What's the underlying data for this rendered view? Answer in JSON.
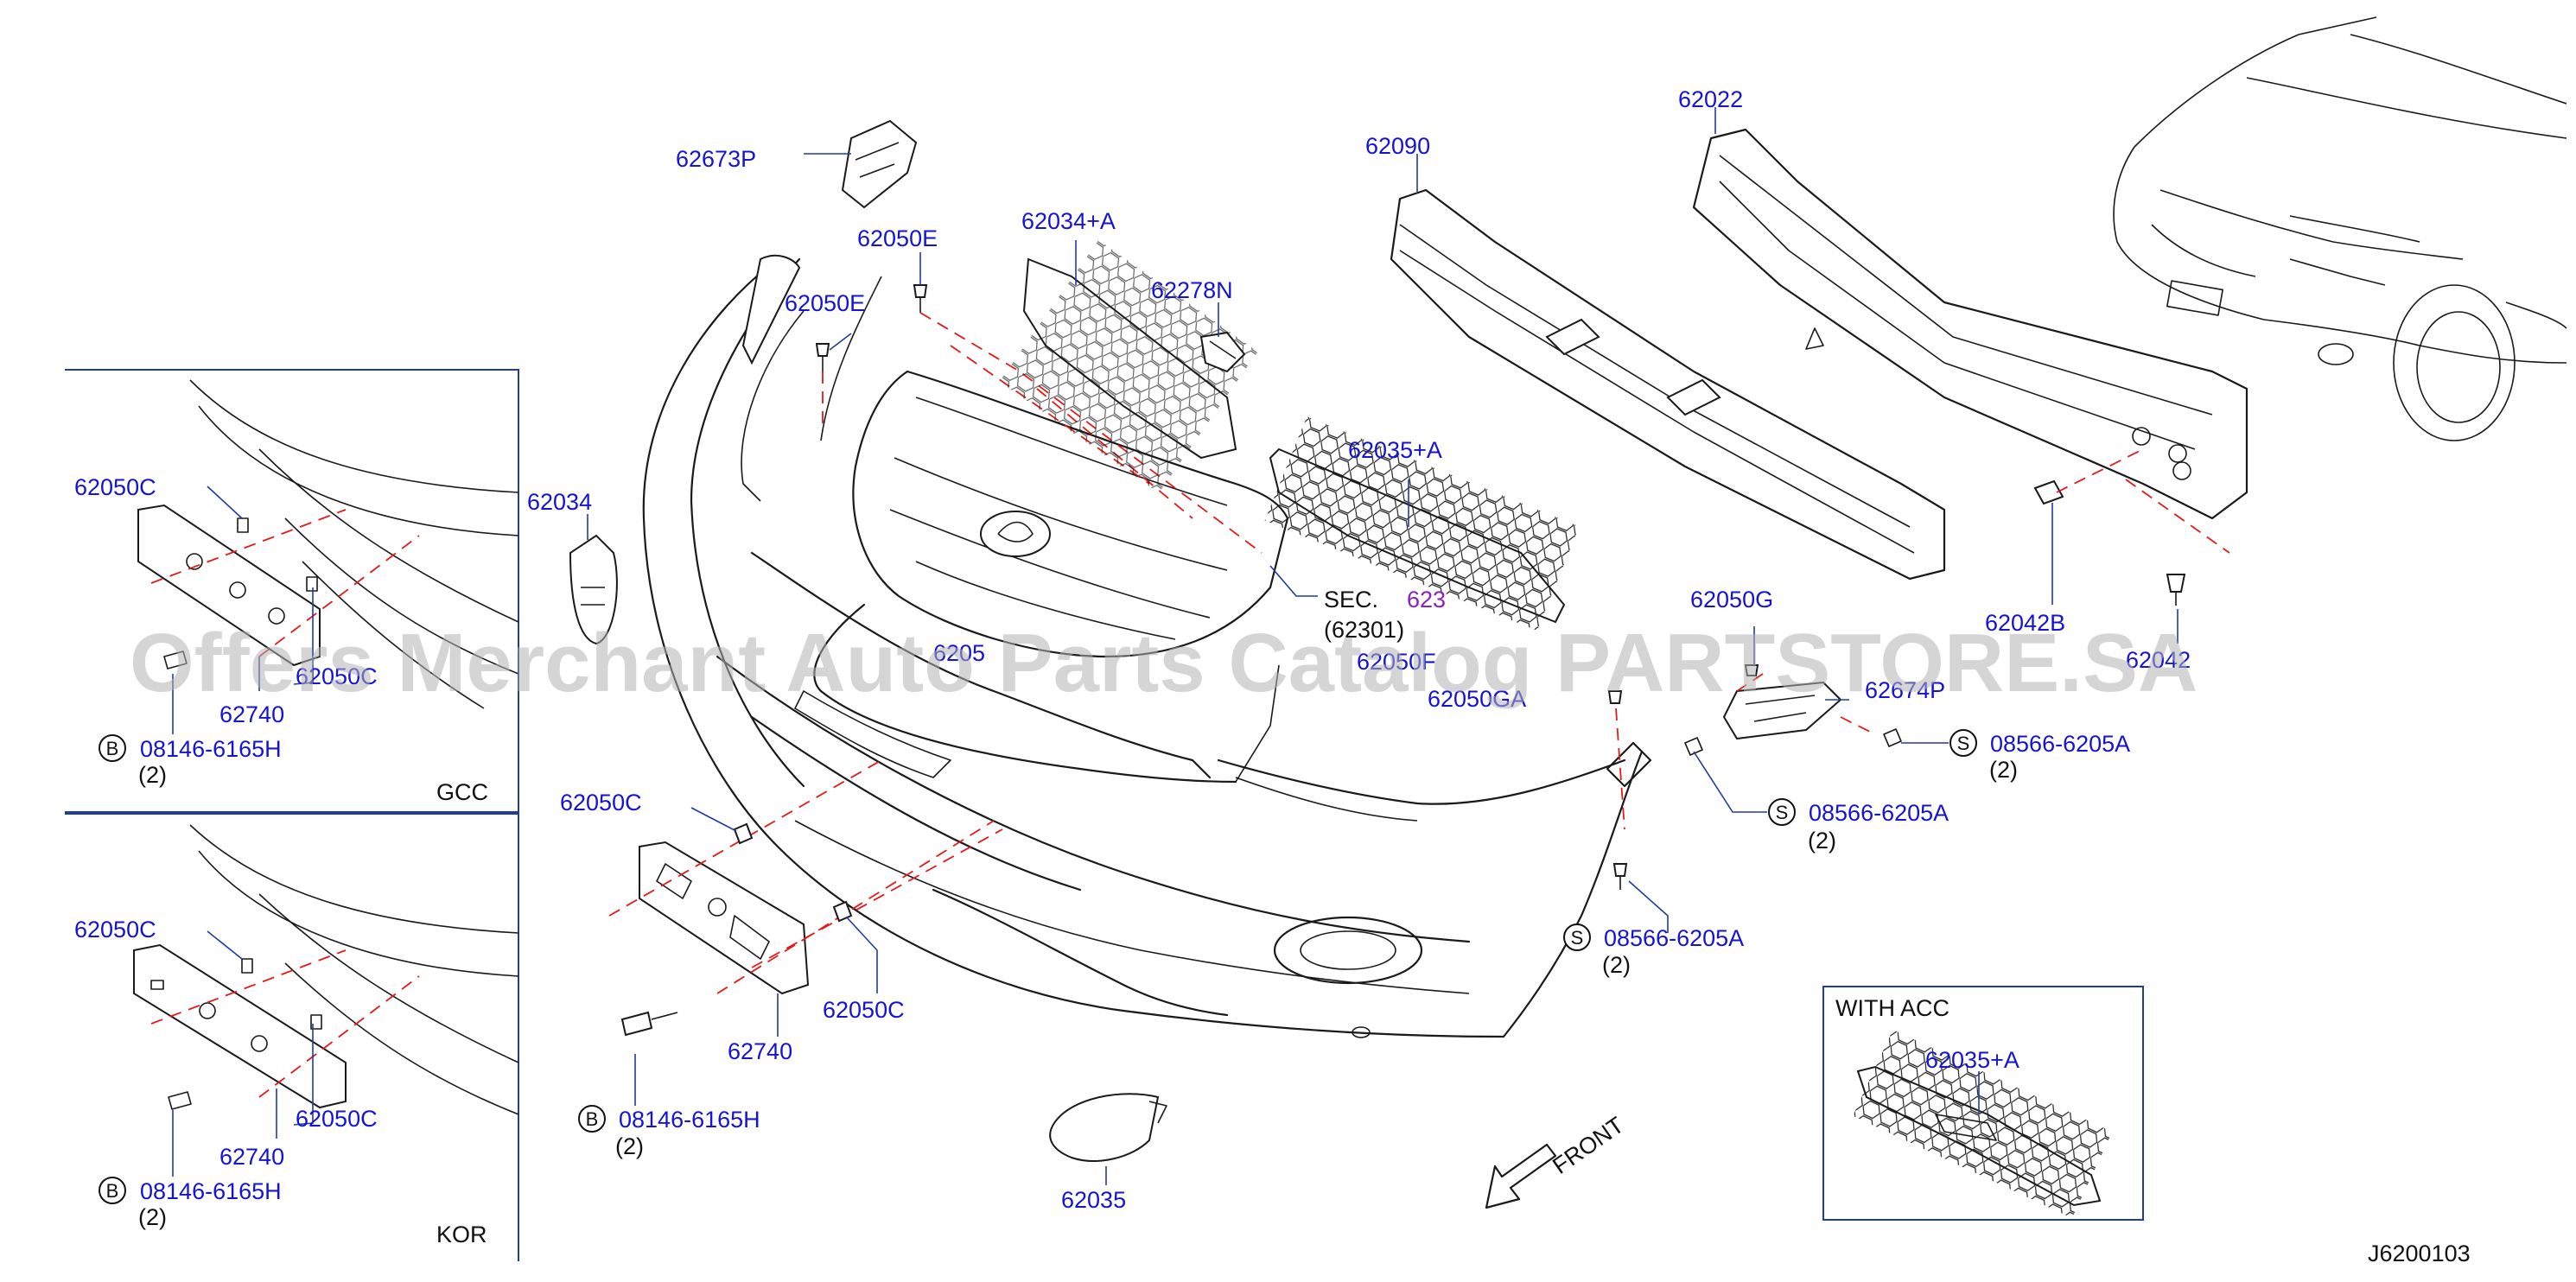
{
  "diagram_code": "J6200103",
  "watermark": "Offers Merchant Auto Parts Catalog PARTSTORE.SA",
  "direction_label": "FRONT",
  "variants": {
    "gcc": "GCC",
    "kor": "KOR",
    "acc_title": "WITH  ACC"
  },
  "section_ref": {
    "line1": "SEC.",
    "line2": "(62301)",
    "number": "623"
  },
  "labels": {
    "p62673P": "62673P",
    "p62050E_a": "62050E",
    "p62050E_b": "62050E",
    "p62034A": "62034+A",
    "p62278N": "62278N",
    "p62090": "62090",
    "p62022": "62022",
    "p62034": "62034",
    "p62035A": "62035+A",
    "p62050G": "62050G",
    "p62050F": "62050F",
    "p62050GA": "62050GA",
    "p6205": "6205",
    "p62674P": "62674P",
    "p62042B": "62042B",
    "p62042": "62042",
    "p62050C_main_top": "62050C",
    "p62050C_main_bot": "62050C",
    "p62740_main": "62740",
    "p62035": "62035",
    "p62050C_gcc_a": "62050C",
    "p62050C_gcc_b": "62050C",
    "p62740_gcc": "62740",
    "p62050C_kor_a": "62050C",
    "p62050C_kor_b": "62050C",
    "p62740_kor": "62740",
    "p62035A_acc": "62035+A"
  },
  "callouts": {
    "b_gcc": {
      "marker": "B",
      "code": "08146-6165H",
      "qty": "(2)"
    },
    "b_kor": {
      "marker": "B",
      "code": "08146-6165H",
      "qty": "(2)"
    },
    "b_main": {
      "marker": "B",
      "code": "08146-6165H",
      "qty": "(2)"
    },
    "s_right_a": {
      "marker": "S",
      "code": "08566-6205A",
      "qty": "(2)"
    },
    "s_right_b": {
      "marker": "S",
      "code": "08566-6205A",
      "qty": "(2)"
    },
    "s_bottom": {
      "marker": "S",
      "code": "08566-6205A",
      "qty": "(2)"
    }
  },
  "colors": {
    "part_number": "#1414d2",
    "leader": "#1f3c9e",
    "dashed_fit": "#e21a1a",
    "outline": "#1a1a1a"
  }
}
